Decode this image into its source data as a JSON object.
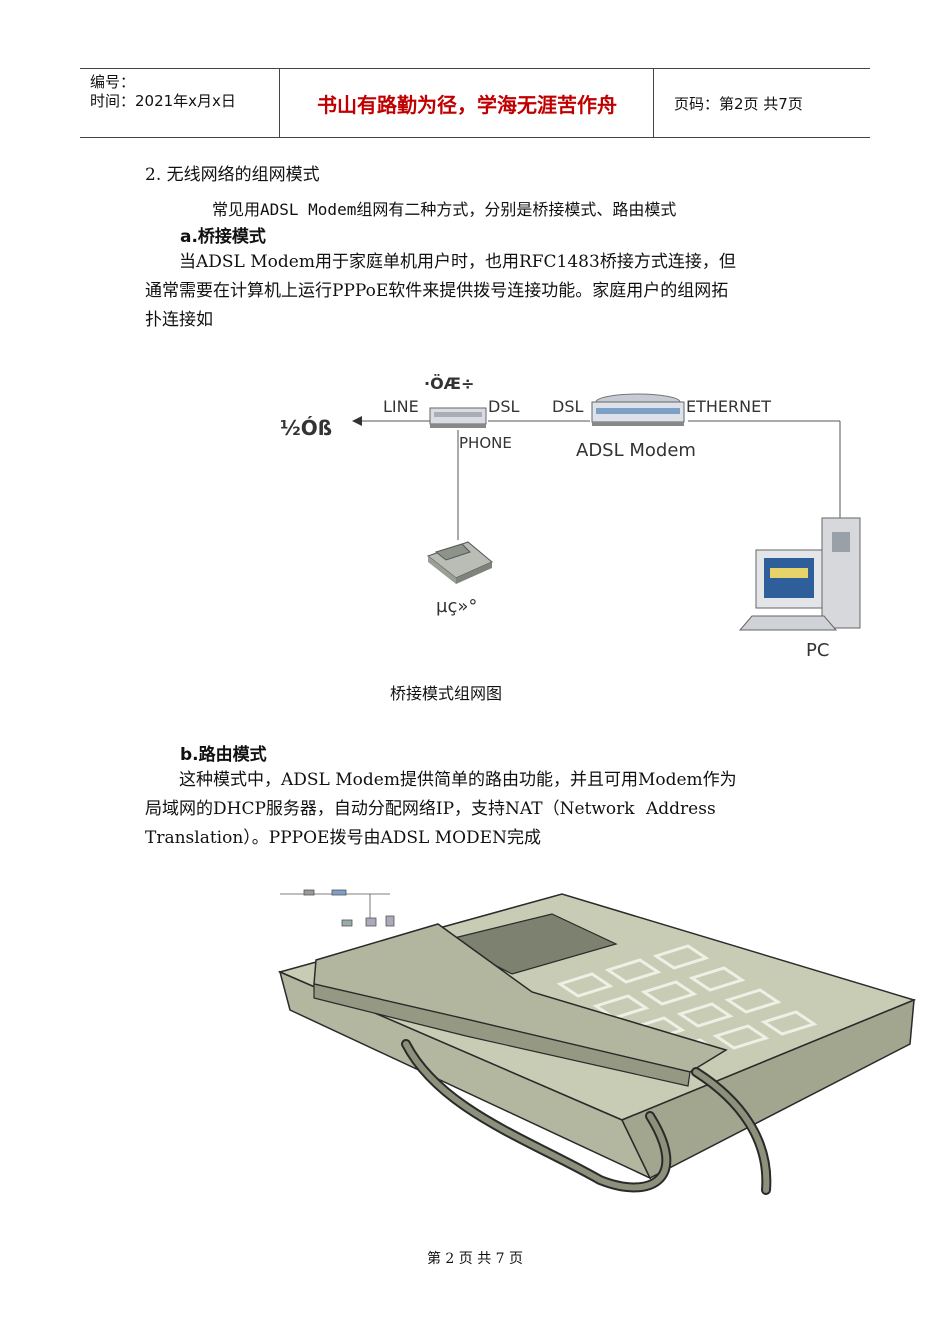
{
  "header": {
    "id_label": "编号：",
    "date_label": "时间：2021年x月x日",
    "motto": "书山有路勤为径，学海无涯苦作舟",
    "page_info": "页码：第2页  共7页"
  },
  "section": {
    "heading": "2.  无线网络的组网模式",
    "intro": "常见用ADSL Modem组网有二种方式，分别是桥接模式、路由模式"
  },
  "bridge": {
    "heading": "a.桥接模式",
    "lines": [
      "　　当ADSL Modem用于家庭单机用户时，也用RFC1483桥接方式连接，但",
      "通常需要在计算机上运行PPPoE软件来提供拨号连接功能。家庭用户的组网拓",
      "扑连接如"
    ],
    "diagram": {
      "splitter_label": "·ÖÆ÷",
      "line_label": "LINE",
      "dsl_left": "DSL",
      "dsl_right": "DSL",
      "ethernet_label": "ETHERNET",
      "phone_port_label": "PHONE",
      "modem_label": "ADSL Modem",
      "wall_label": "½Óß",
      "phone_label": "µç»°",
      "pc_label": "PC"
    },
    "caption": "桥接模式组网图"
  },
  "router": {
    "heading": "b.路由模式",
    "lines": [
      "　　这种模式中，ADSL Modem提供简单的路由功能，并且可用Modem作为",
      "局域网的DHCP服务器，自动分配网络IP，支持NAT（Network Address",
      "Translation）。PPPOE拨号由ADSL MODEN完成"
    ]
  },
  "footer": "第 2 页 共 7 页"
}
